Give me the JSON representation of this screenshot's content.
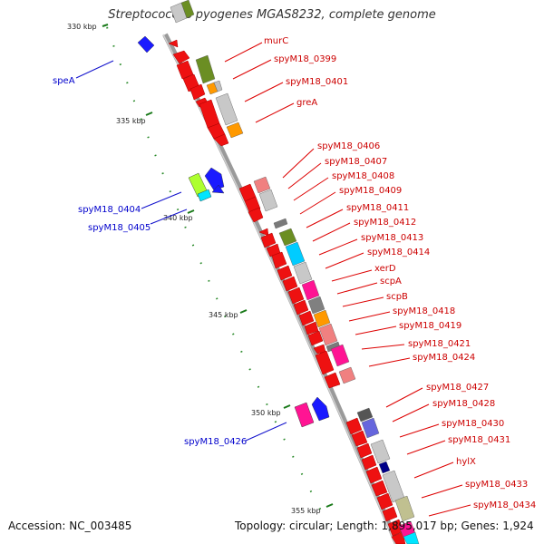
{
  "title": "Streptococcus pyogenes MGAS8232, complete genome",
  "footer": {
    "accession": "Accession: NC_003485",
    "topology": "Topology: circular; Length: 1,895,017 bp; Genes: 1,924"
  },
  "colors": {
    "forward_label": "#cc0000",
    "reverse_label": "#0000cc",
    "ruler_tick": "#1a7a1a",
    "backbone": "#8a8a8a"
  },
  "kbp_labels": [
    "330 kbp",
    "335 kbp",
    "340 kbp",
    "345 kbp",
    "350 kbp",
    "355 kbp"
  ],
  "forward_genes": [
    "murC",
    "spyM18_0399",
    "spyM18_0401",
    "greA",
    "spyM18_0406",
    "spyM18_0407",
    "spyM18_0408",
    "spyM18_0409",
    "spyM18_0411",
    "spyM18_0412",
    "spyM18_0413",
    "spyM18_0414",
    "xerD",
    "scpA",
    "scpB",
    "spyM18_0418",
    "spyM18_0419",
    "spyM18_0421",
    "spyM18_0424",
    "spyM18_0427",
    "spyM18_0428",
    "spyM18_0430",
    "spyM18_0431",
    "hylX",
    "spyM18_0433",
    "spyM18_0434"
  ],
  "reverse_genes": [
    "speA",
    "spyM18_0404",
    "spyM18_0405",
    "spyM18_0426"
  ]
}
